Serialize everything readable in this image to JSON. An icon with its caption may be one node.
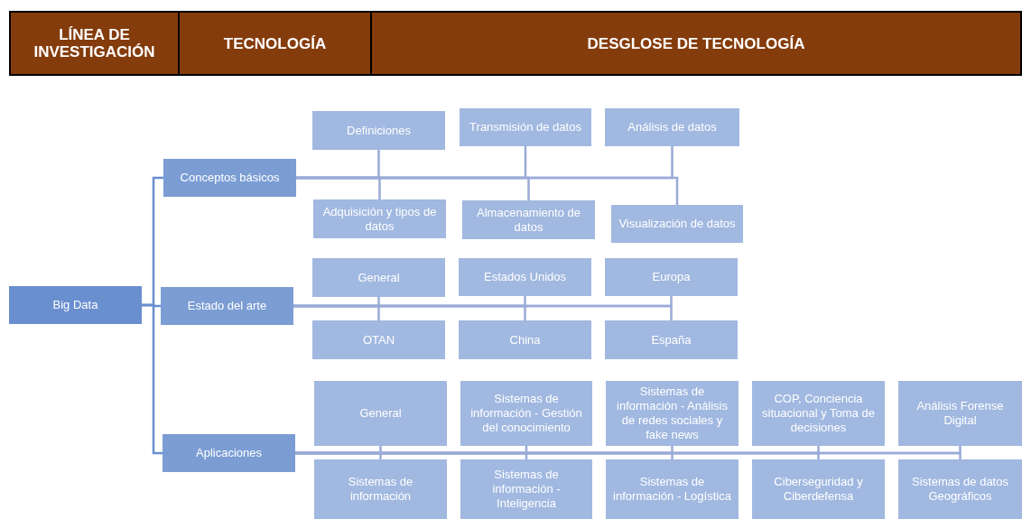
{
  "diagram": {
    "nodes": [
      {
        "text": [
          "LÍNEA DE INVESTIGACIÓN"
        ]
      },
      {
        "text": [
          "TECNOLOGÍA"
        ]
      },
      {
        "text": [
          "DESGLOSE DE TECNOLOGÍA"
        ]
      },
      {
        "text": [
          "Big Data"
        ]
      },
      {
        "text": [
          "Conceptos básicos"
        ]
      },
      {
        "text": [
          "Estado del arte"
        ]
      },
      {
        "text": [
          "Aplicaciones"
        ]
      },
      {
        "text": [
          "Definiciones"
        ]
      },
      {
        "text": [
          "Transmisión de datos"
        ]
      },
      {
        "text": [
          "Análisis de datos"
        ]
      },
      {
        "text": [
          "Adquisición y tipos de datos"
        ]
      },
      {
        "text": [
          "Almacenamiento de datos"
        ]
      },
      {
        "text": [
          "Visualización de datos"
        ]
      },
      {
        "text": [
          "General"
        ]
      },
      {
        "text": [
          "Estados Unidos"
        ]
      },
      {
        "text": [
          "Europa"
        ]
      },
      {
        "text": [
          "OTAN"
        ]
      },
      {
        "text": [
          "China"
        ]
      },
      {
        "text": [
          "España"
        ]
      },
      {
        "text": [
          "General"
        ]
      },
      {
        "text": [
          "Sistemas de información - Gestión del conocimiento"
        ]
      },
      {
        "text": [
          "Sistemas de información - Análisis de redes sociales y fake news"
        ]
      },
      {
        "text": [
          "COP, Conciencia situacional y Toma de decisiones"
        ]
      },
      {
        "text": [
          "Análisis Forense Digital"
        ]
      },
      {
        "text": [
          "Sistemas de información"
        ]
      },
      {
        "text": [
          "Sistemas de información - Inteligencia"
        ]
      },
      {
        "text": [
          "Sistemas de información - Logística"
        ]
      },
      {
        "text": [
          "Ciberseguridad y Ciberdefensa"
        ]
      },
      {
        "text": [
          "Sistemas de datos Geográficos"
        ]
      }
    ],
    "edges": [
      {
        "from": 3,
        "to": 4,
        "arrow": "none"
      },
      {
        "from": 3,
        "to": 5,
        "arrow": "none"
      },
      {
        "from": 3,
        "to": 6,
        "arrow": "none"
      },
      {
        "from": 4,
        "to": 7,
        "arrow": "none"
      },
      {
        "from": 4,
        "to": 8,
        "arrow": "none"
      },
      {
        "from": 4,
        "to": 9,
        "arrow": "none"
      },
      {
        "from": 4,
        "to": 10,
        "arrow": "none"
      },
      {
        "from": 4,
        "to": 11,
        "arrow": "none"
      },
      {
        "from": 4,
        "to": 12,
        "arrow": "none"
      },
      {
        "from": 5,
        "to": 13,
        "arrow": "none"
      },
      {
        "from": 5,
        "to": 14,
        "arrow": "none"
      },
      {
        "from": 5,
        "to": 15,
        "arrow": "none"
      },
      {
        "from": 5,
        "to": 16,
        "arrow": "none"
      },
      {
        "from": 5,
        "to": 17,
        "arrow": "none"
      },
      {
        "from": 5,
        "to": 18,
        "arrow": "none"
      },
      {
        "from": 6,
        "to": 19,
        "arrow": "none"
      },
      {
        "from": 6,
        "to": 20,
        "arrow": "none"
      },
      {
        "from": 6,
        "to": 21,
        "arrow": "none"
      },
      {
        "from": 6,
        "to": 22,
        "arrow": "none"
      },
      {
        "from": 6,
        "to": 23,
        "arrow": "none"
      },
      {
        "from": 6,
        "to": 24,
        "arrow": "none"
      },
      {
        "from": 6,
        "to": 25,
        "arrow": "none"
      },
      {
        "from": 6,
        "to": 26,
        "arrow": "none"
      },
      {
        "from": 6,
        "to": 27,
        "arrow": "none"
      },
      {
        "from": 6,
        "to": 28,
        "arrow": "none"
      }
    ]
  }
}
